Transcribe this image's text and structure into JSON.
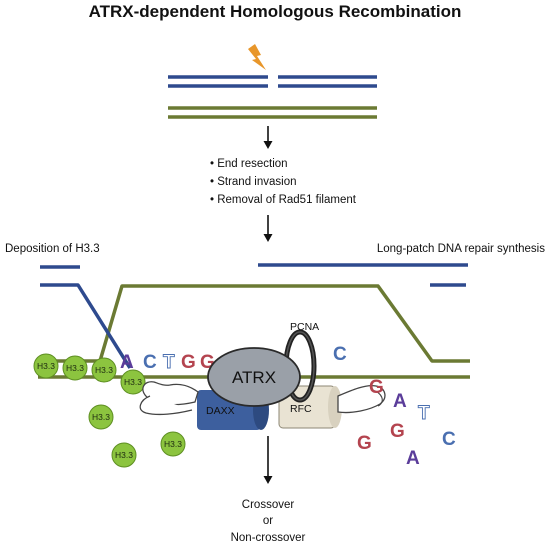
{
  "title": "ATRX-dependent Homologous Recombination",
  "steps": [
    "• End resection",
    "• Strand invasion",
    "• Removal of Rad51 filament"
  ],
  "labels": {
    "left": "Deposition of H3.3",
    "right": "Long-patch DNA repair synthesis",
    "pcna": "PCNA",
    "atrx": "ATRX",
    "daxx": "DAXX",
    "rfc": "RFC",
    "outcome_1": "Crossover",
    "outcome_2": "or",
    "outcome_3": "Non-crossover"
  },
  "histone_label": "H3.3",
  "bases": {
    "strand": [
      "A",
      "C",
      "T",
      "G",
      "G"
    ],
    "strand_end": "C",
    "free": [
      "G",
      "A",
      "T",
      "G",
      "G",
      "A",
      "C"
    ]
  },
  "colors": {
    "dna_blue": "#2e4a8e",
    "dna_olive": "#6b7a33",
    "lightning": "#e8962a",
    "histone": "#8cc43f",
    "atrx": "#9aa0a8",
    "daxx": "#3d5f9e",
    "rfc": "#e9e3d3",
    "base_red": "#b4444f",
    "base_purple": "#5b3d9a",
    "base_blue": "#4a6fb0"
  }
}
